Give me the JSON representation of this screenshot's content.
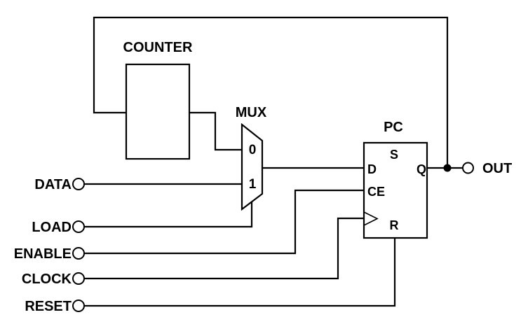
{
  "blocks": {
    "counter": {
      "label": "COUNTER"
    },
    "mux": {
      "label": "MUX",
      "input0_label": "0",
      "input1_label": "1"
    },
    "pc": {
      "label": "PC",
      "ports": {
        "s": "S",
        "d": "D",
        "q": "Q",
        "ce": "CE",
        "r": "R"
      }
    }
  },
  "inputs": [
    {
      "label": "DATA"
    },
    {
      "label": "LOAD"
    },
    {
      "label": "ENABLE"
    },
    {
      "label": "CLOCK"
    },
    {
      "label": "RESET"
    }
  ],
  "output": {
    "label": "OUT"
  },
  "colors": {
    "line": "#000000",
    "background": "#ffffff",
    "junction": "#000000"
  }
}
